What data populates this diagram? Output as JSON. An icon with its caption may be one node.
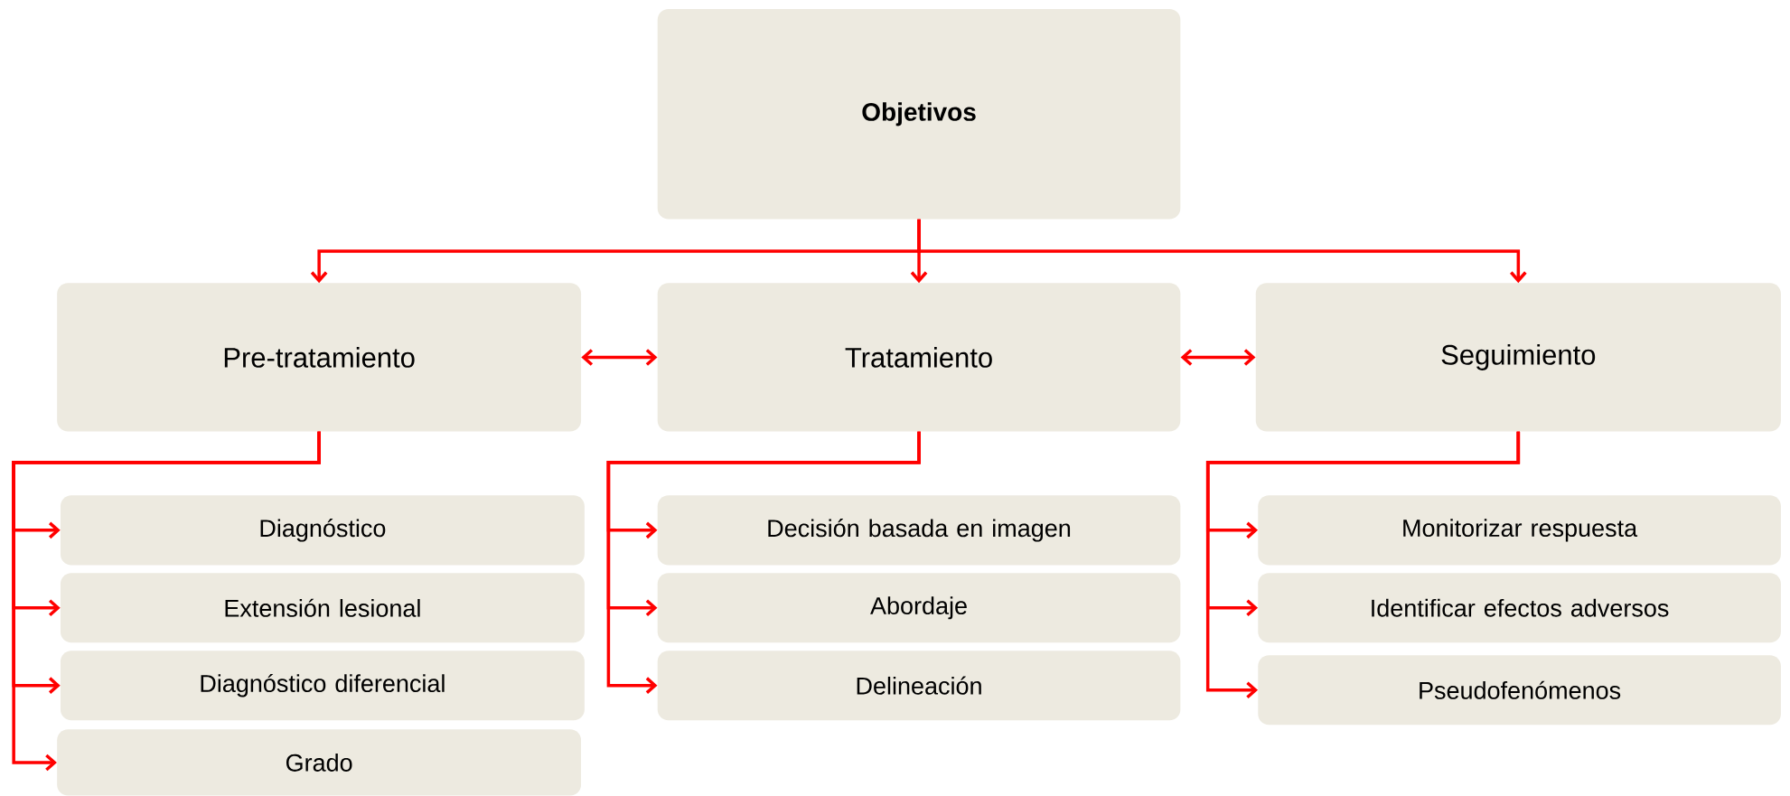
{
  "diagram": {
    "nodes": [
      {
        "text": [
          "**Objetivos**"
        ]
      },
      {
        "text": [
          "Pre-tratamiento"
        ]
      },
      {
        "text": [
          "Tratamiento"
        ]
      },
      {
        "text": [
          "Seguimiento"
        ]
      },
      {
        "text": [
          "Diagnóstico"
        ]
      },
      {
        "text": [
          "Extensión lesional"
        ]
      },
      {
        "text": [
          "Diagnóstico diferencial"
        ]
      },
      {
        "text": [
          "Grado"
        ]
      },
      {
        "text": [
          "Decisión basada en imagen"
        ]
      },
      {
        "text": [
          "Abordaje"
        ]
      },
      {
        "text": [
          "Delineación"
        ]
      },
      {
        "text": [
          "Monitorizar respuesta"
        ]
      },
      {
        "text": [
          "Identificar efectos adversos"
        ]
      },
      {
        "text": [
          "Pseudofenómenos"
        ]
      }
    ],
    "edges": [
      {
        "from": 0,
        "to": 1,
        "arrow": "to"
      },
      {
        "from": 0,
        "to": 2,
        "arrow": "to"
      },
      {
        "from": 0,
        "to": 3,
        "arrow": "to"
      },
      {
        "from": 1,
        "to": 2,
        "arrow": "both"
      },
      {
        "from": 2,
        "to": 3,
        "arrow": "both"
      },
      {
        "from": 1,
        "to": 4,
        "arrow": "to"
      },
      {
        "from": 1,
        "to": 5,
        "arrow": "to"
      },
      {
        "from": 1,
        "to": 6,
        "arrow": "to"
      },
      {
        "from": 1,
        "to": 7,
        "arrow": "to"
      },
      {
        "from": 2,
        "to": 8,
        "arrow": "to"
      },
      {
        "from": 2,
        "to": 9,
        "arrow": "to"
      },
      {
        "from": 2,
        "to": 10,
        "arrow": "to"
      },
      {
        "from": 3,
        "to": 11,
        "arrow": "to"
      },
      {
        "from": 3,
        "to": 12,
        "arrow": "to"
      },
      {
        "from": 3,
        "to": 13,
        "arrow": "to"
      }
    ]
  }
}
